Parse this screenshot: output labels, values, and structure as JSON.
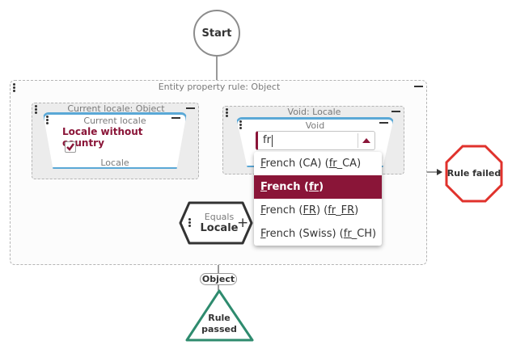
{
  "start": {
    "label": "Start"
  },
  "entity_rule": {
    "title": "Entity property rule: Object"
  },
  "current_locale_group": {
    "title": "Current locale: Object",
    "node": {
      "title": "Current locale",
      "value": "Locale without country",
      "checked": true,
      "footer": "Locale"
    }
  },
  "void_group": {
    "title": "Void: Locale",
    "node": {
      "title": "Void"
    },
    "dropdown": {
      "input_value": "fr",
      "options": [
        {
          "parts": [
            {
              "t": "F",
              "u": true
            },
            {
              "t": "rench (CA) (",
              "u": false
            },
            {
              "t": "fr",
              "u": true
            },
            {
              "t": "_CA)",
              "u": false
            }
          ],
          "selected": false
        },
        {
          "parts": [
            {
              "t": "F",
              "u": true
            },
            {
              "t": "rench (",
              "u": false
            },
            {
              "t": "fr",
              "u": true
            },
            {
              "t": ")",
              "u": false
            }
          ],
          "selected": true
        },
        {
          "parts": [
            {
              "t": "F",
              "u": true
            },
            {
              "t": "rench (",
              "u": false
            },
            {
              "t": "FR",
              "u": true
            },
            {
              "t": ") (",
              "u": false
            },
            {
              "t": "fr",
              "u": true
            },
            {
              "t": "_",
              "u": false
            },
            {
              "t": "FR",
              "u": true
            },
            {
              "t": ")",
              "u": false
            }
          ],
          "selected": false
        },
        {
          "parts": [
            {
              "t": "F",
              "u": true
            },
            {
              "t": "rench (Swiss) (",
              "u": false
            },
            {
              "t": "fr",
              "u": true
            },
            {
              "t": "_CH)",
              "u": false
            }
          ],
          "selected": false
        }
      ]
    }
  },
  "equals": {
    "title": "Equals",
    "value": "Locale",
    "plus": "+"
  },
  "output_port": {
    "label": "Object"
  },
  "rule_passed": {
    "line1": "Rule",
    "line2": "passed"
  },
  "rule_failed": {
    "label": "Rule failed"
  },
  "colors": {
    "accent": "#8a1538",
    "node_border": "#5aa8d6",
    "passed": "#2e8b6e",
    "failed": "#e0322c",
    "wire": "#333333"
  }
}
